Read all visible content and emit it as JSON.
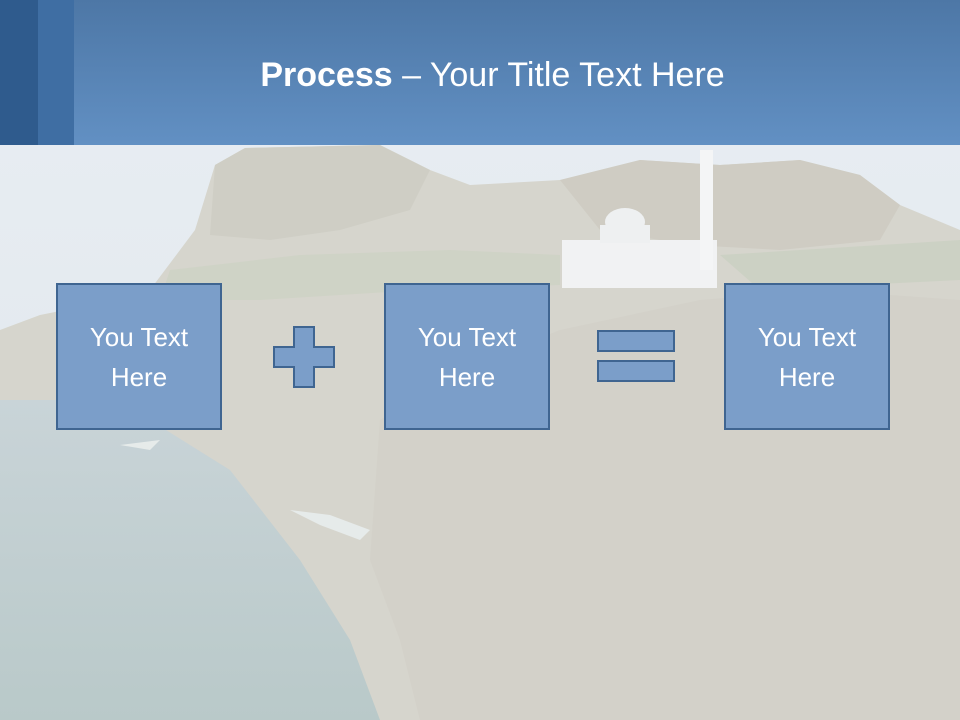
{
  "slide": {
    "title_bold": "Process",
    "title_rest": " – Your Title Text Here",
    "boxes": [
      {
        "label": "You Text Here"
      },
      {
        "label": "You Text Here"
      },
      {
        "label": "You Text Here"
      }
    ],
    "operators": [
      "plus-icon",
      "equals-icon"
    ]
  },
  "colors": {
    "header": "#5b89bd",
    "header_stripe": "#2f5b8d",
    "box_fill": "#7b9ec9",
    "box_border": "#3f6591",
    "text": "#ffffff"
  }
}
